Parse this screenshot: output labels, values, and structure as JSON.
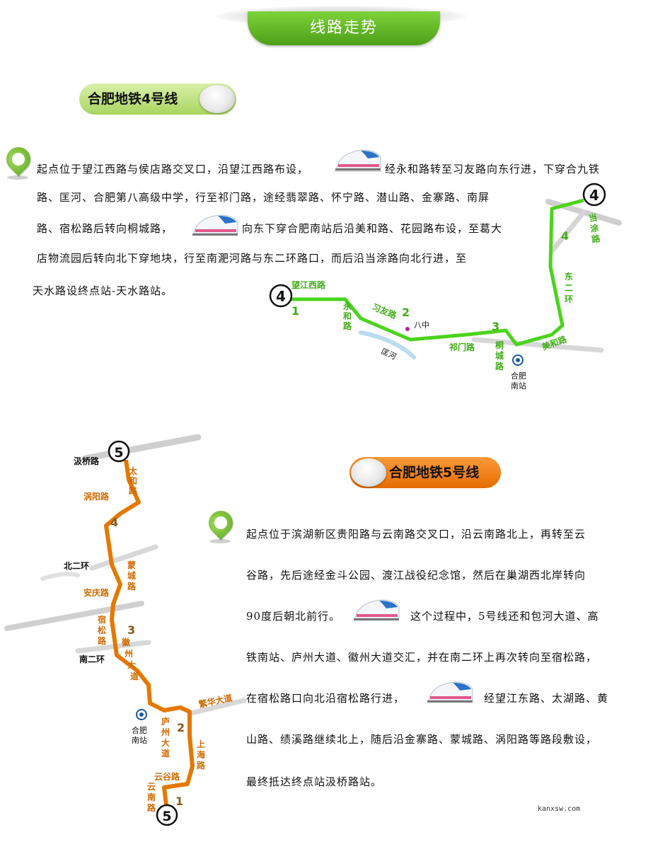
{
  "header": {
    "title": "线路走势"
  },
  "line4": {
    "badge": "合肥地铁4号线",
    "text": {
      "l1a": "起点位于望江西路与侯店路交叉口，沿望江西路布设，",
      "l1b": "经永和路转至习友路向东行进，下穿合九铁",
      "l2": "路、匡河、合肥第八高级中学，行至祁门路，途经翡翠路、怀宁路、潜山路、金寨路、南屏",
      "l3a": "路、宿松路后转向桐城路，",
      "l3b": "向东下穿合肥南站后沿美和路、花园路布设，至葛大",
      "l4": "店物流园后转向北下穿地块，行至南淝河路与东二环路口，而后沿当涂路向北行进，至",
      "l5": "天水路设终点站-天水路站。"
    },
    "map": {
      "line_number": "4",
      "roads": [
        "望江西路",
        "永",
        "和",
        "路",
        "习友路",
        "八中",
        "匡河",
        "祁门路",
        "桐",
        "城",
        "路",
        "美和路",
        "东",
        "二",
        "环",
        "当",
        "涂",
        "路"
      ],
      "station": [
        "合肥",
        "南站"
      ],
      "segments": [
        "1",
        "2",
        "3",
        "4"
      ]
    }
  },
  "line5": {
    "badge": "合肥地铁5号线",
    "text": {
      "l1": "起点位于滨湖新区贵阳路与云南路交叉口，沿云南路北上，再转至云",
      "l2": "谷路，先后途经金斗公园、渡江战役纪念馆，然后在巢湖西北岸转向",
      "l3a": "90度后朝北前行。",
      "l3b": "这个过程中，5号线还和包河大道、高",
      "l4": "铁南站、庐州大道、徽州大道交汇，并在南二环上再次转向至宿松路，",
      "l5a": "在宿松路口向北沿宿松路行进，",
      "l5b": "经望江东路、太湖路、黄",
      "l6": "山路、绩溪路继续北上，随后沿金寨路、蒙城路、涡阳路等路段敷设，",
      "l7": "最终抵达终点站汲桥路站。"
    },
    "map": {
      "line_number": "5",
      "roads": [
        "汲桥路",
        "太",
        "和",
        "路",
        "涡阳路",
        "北二环",
        "蒙",
        "城",
        "路",
        "安庆路",
        "宿",
        "松",
        "路",
        "南二环",
        "徽",
        "州",
        "大",
        "道",
        "繁华大道",
        "庐",
        "州",
        "大",
        "道",
        "上",
        "海",
        "路",
        "云谷路",
        "云",
        "南",
        "路"
      ],
      "station": [
        "合肥",
        "南站"
      ],
      "segments": [
        "1",
        "2",
        "3",
        "4"
      ]
    }
  },
  "footer": {
    "url": "kanxsw.com"
  },
  "colors": {
    "green": "#4bd41c",
    "orange": "#e57800",
    "label_orange": "#d06a00",
    "label_green": "#3fae16"
  }
}
